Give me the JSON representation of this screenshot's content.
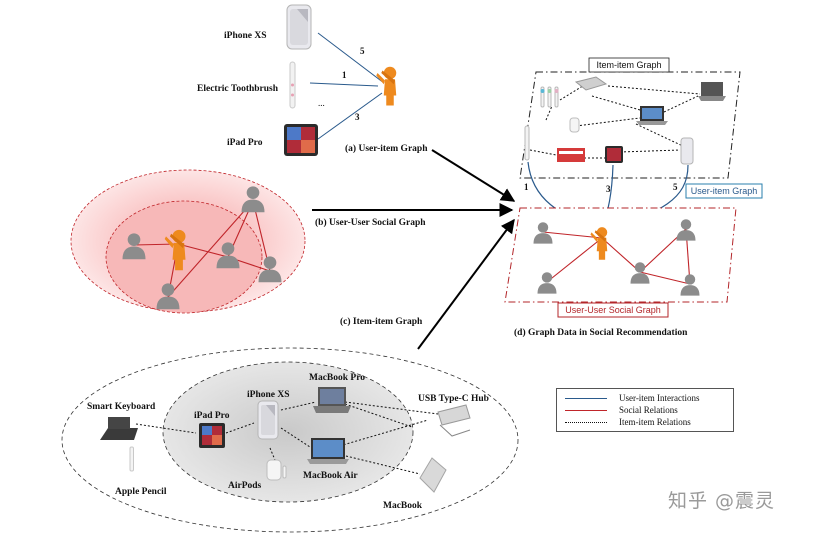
{
  "labels": {
    "iphone_xs": "iPhone XS",
    "electric_toothbrush": "Electric Toothbrush",
    "ipad_pro": "iPad Pro",
    "ellipsis": "...",
    "caption_a": "(a) User-item Graph",
    "caption_b": "(b) User-User Social Graph",
    "caption_c": "(c) Item-item Graph",
    "caption_d": "(d) Graph Data in Social Recommendation",
    "item_item_graph_box": "Item-item Graph",
    "user_item_graph_box": "User-item Graph",
    "user_user_social_graph_box": "User-User Social Graph",
    "smart_keyboard": "Smart Keyboard",
    "apple_pencil": "Apple Pencil",
    "ipad_pro_c": "iPad Pro",
    "iphone_xs_c": "iPhone XS",
    "macbook_pro": "MacBook Pro",
    "macbook_air": "MacBook Air",
    "airpods": "AirPods",
    "usb_hub": "USB Type-C Hub",
    "macbook": "MacBook"
  },
  "ratings_a": [
    "5",
    "1",
    "3"
  ],
  "ratings_d": [
    "1",
    "3",
    "5"
  ],
  "legend": {
    "user_item": "User-item Interactions",
    "social": "Social Relations",
    "item_item": "Item-item Relations"
  },
  "watermark": "知乎 @震灵",
  "colors": {
    "user_orange": "#ee8a1e",
    "user_gray": "#8c8c8c",
    "user_item_line": "#2a5a8c",
    "social_line": "#c0252a",
    "item_box_border": "#222222",
    "user_item_box_border": "#2a7fae",
    "social_box_border": "#b3262a"
  }
}
